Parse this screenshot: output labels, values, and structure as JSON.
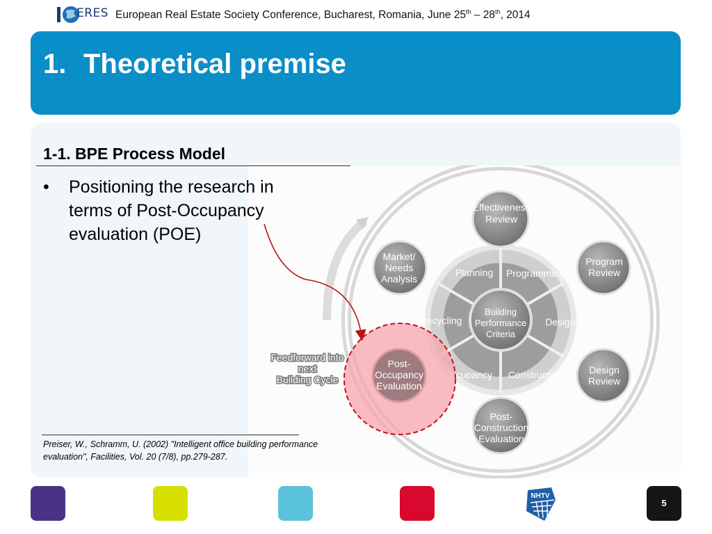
{
  "header": {
    "logo_text": "ERES",
    "conference_pre": "European Real Estate Society Conference, Bucharest, Romania, June 25",
    "sup1": "th",
    "mid": " – 28",
    "sup2": "th",
    "post": ", 2014"
  },
  "slide": {
    "title_num": "1.",
    "title_text": "Theoretical premise",
    "section_title": "1-1. BPE Process Model",
    "bullet_marker": "•",
    "bullet_text": "Positioning the research in terms of Post-Occupancy evaluation (POE)",
    "reference": "Preiser, W., Schramm, U. (2002) \"Intelligent office building performance evaluation\", Facilities, Vol. 20 (7/8), pp.279-287."
  },
  "diagram": {
    "center": [
      "Building",
      "Performance",
      "Criteria"
    ],
    "inner_segments": [
      "Planning",
      "Programming",
      "Design",
      "Construction",
      "Occupancy",
      "Recycling"
    ],
    "outer_nodes": {
      "effectiveness": [
        "Effectiveness",
        "Review"
      ],
      "program": [
        "Program",
        "Review"
      ],
      "design": [
        "Design",
        "Review"
      ],
      "post_construction": [
        "Post-",
        "Construction",
        "Evaluation"
      ],
      "post_occupancy": [
        "Post-",
        "Occupancy",
        "Evaluation"
      ],
      "market": [
        "Market/",
        "Needs",
        "Analysis"
      ]
    },
    "feedforward": [
      "Feedforward into",
      "next",
      "Building Cycle"
    ]
  },
  "footer": {
    "logo_text": "NHTV",
    "page_number": "5",
    "colors": [
      "#4b3284",
      "#d7df00",
      "#5bc2dc",
      "#d8082f"
    ]
  }
}
